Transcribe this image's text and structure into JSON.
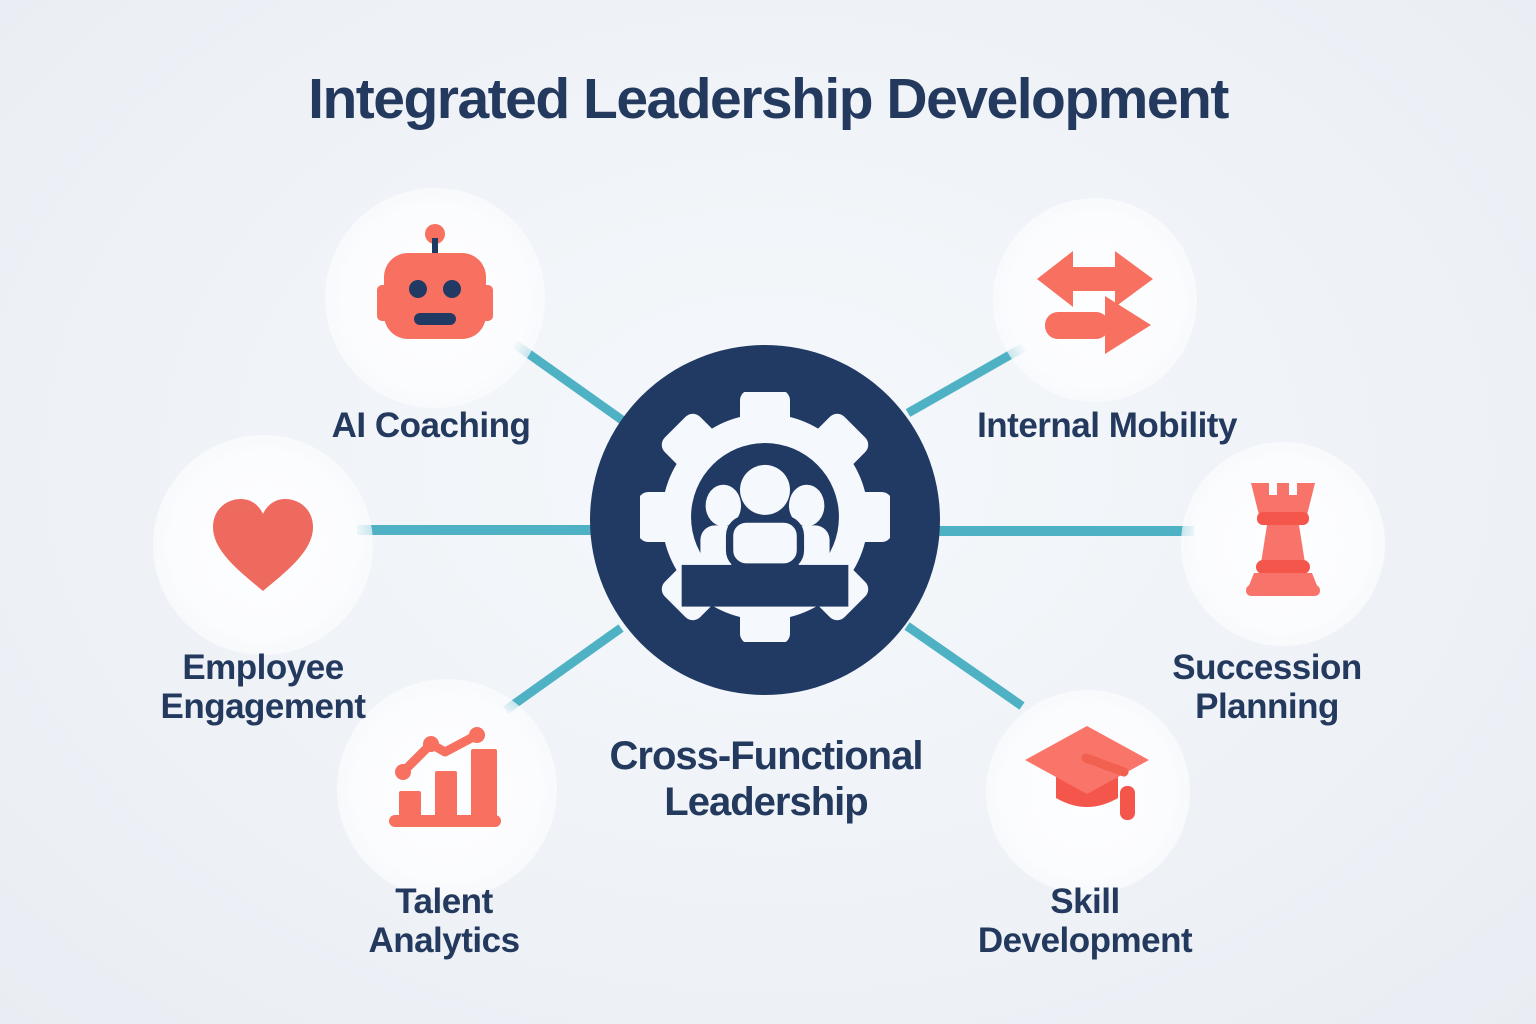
{
  "title": "Integrated Leadership Development",
  "center": {
    "lines": [
      "Cross-Functional",
      "Leadership"
    ],
    "icon": "gear-people-icon"
  },
  "nodes": [
    {
      "id": "ai-coaching",
      "lines": [
        "AI Coaching"
      ],
      "icon": "robot-icon"
    },
    {
      "id": "internal-mobility",
      "lines": [
        "Internal Mobility"
      ],
      "icon": "transfer-arrows-icon"
    },
    {
      "id": "employee-engagement",
      "lines": [
        "Employee",
        "Engagement"
      ],
      "icon": "heart-icon"
    },
    {
      "id": "succession-planning",
      "lines": [
        "Succession",
        "Planning"
      ],
      "icon": "chess-rook-icon"
    },
    {
      "id": "talent-analytics",
      "lines": [
        "Talent",
        "Analytics"
      ],
      "icon": "bar-chart-icon"
    },
    {
      "id": "skill-development",
      "lines": [
        "Skill",
        "Development"
      ],
      "icon": "graduation-cap-icon"
    }
  ],
  "colors": {
    "background": "#eef1f6",
    "navy": "#213a63",
    "text_navy": "#24395e",
    "coral": "#f8705f",
    "coral_deep": "#f4564c",
    "teal_line": "#4fb1c4",
    "halo_white": "#fcfdff"
  }
}
